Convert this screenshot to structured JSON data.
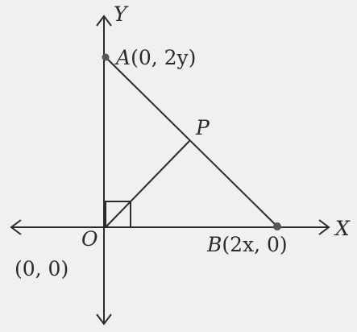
{
  "diagram": {
    "axis_x_label": "X",
    "axis_y_label": "Y",
    "origin_label": "O",
    "origin_coords": "(0, 0)",
    "point_a": {
      "name": "A",
      "coords": "(0, 2y)"
    },
    "point_b": {
      "name": "B",
      "coords": "(2x, 0)"
    },
    "point_p": {
      "name": "P"
    },
    "colors": {
      "background": "#f1f0ee",
      "ink": "#2b2b2b",
      "point": "#555555"
    }
  }
}
